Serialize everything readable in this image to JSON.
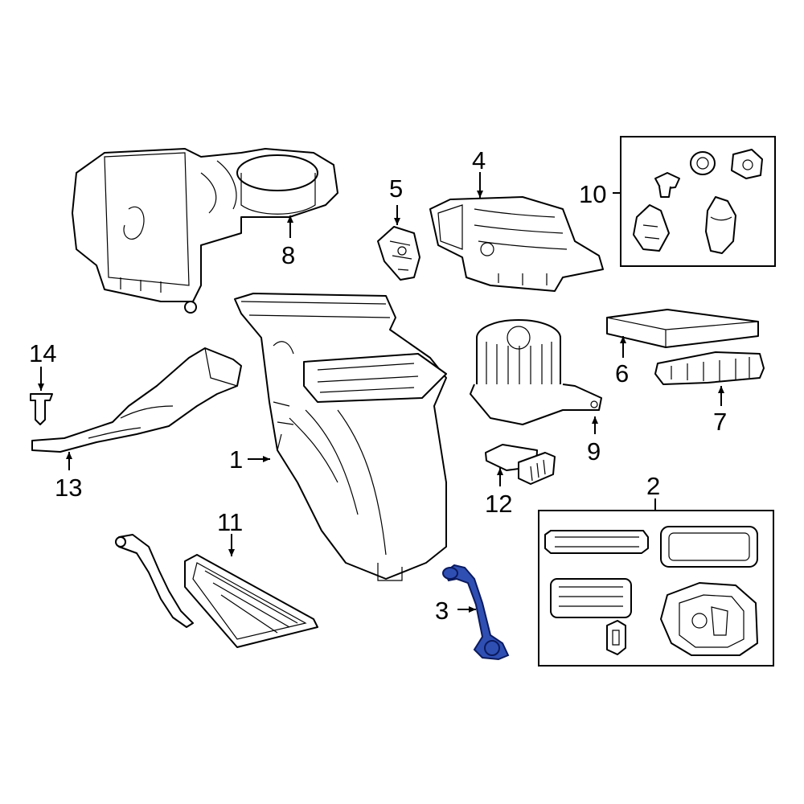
{
  "callouts": {
    "c1": "1",
    "c2": "2",
    "c3": "3",
    "c4": "4",
    "c5": "5",
    "c6": "6",
    "c7": "7",
    "c8": "8",
    "c9": "9",
    "c10": "10",
    "c11": "11",
    "c12": "12",
    "c13": "13",
    "c14": "14"
  },
  "highlight_color": "#2f4fb3",
  "highlighted_part": "3"
}
